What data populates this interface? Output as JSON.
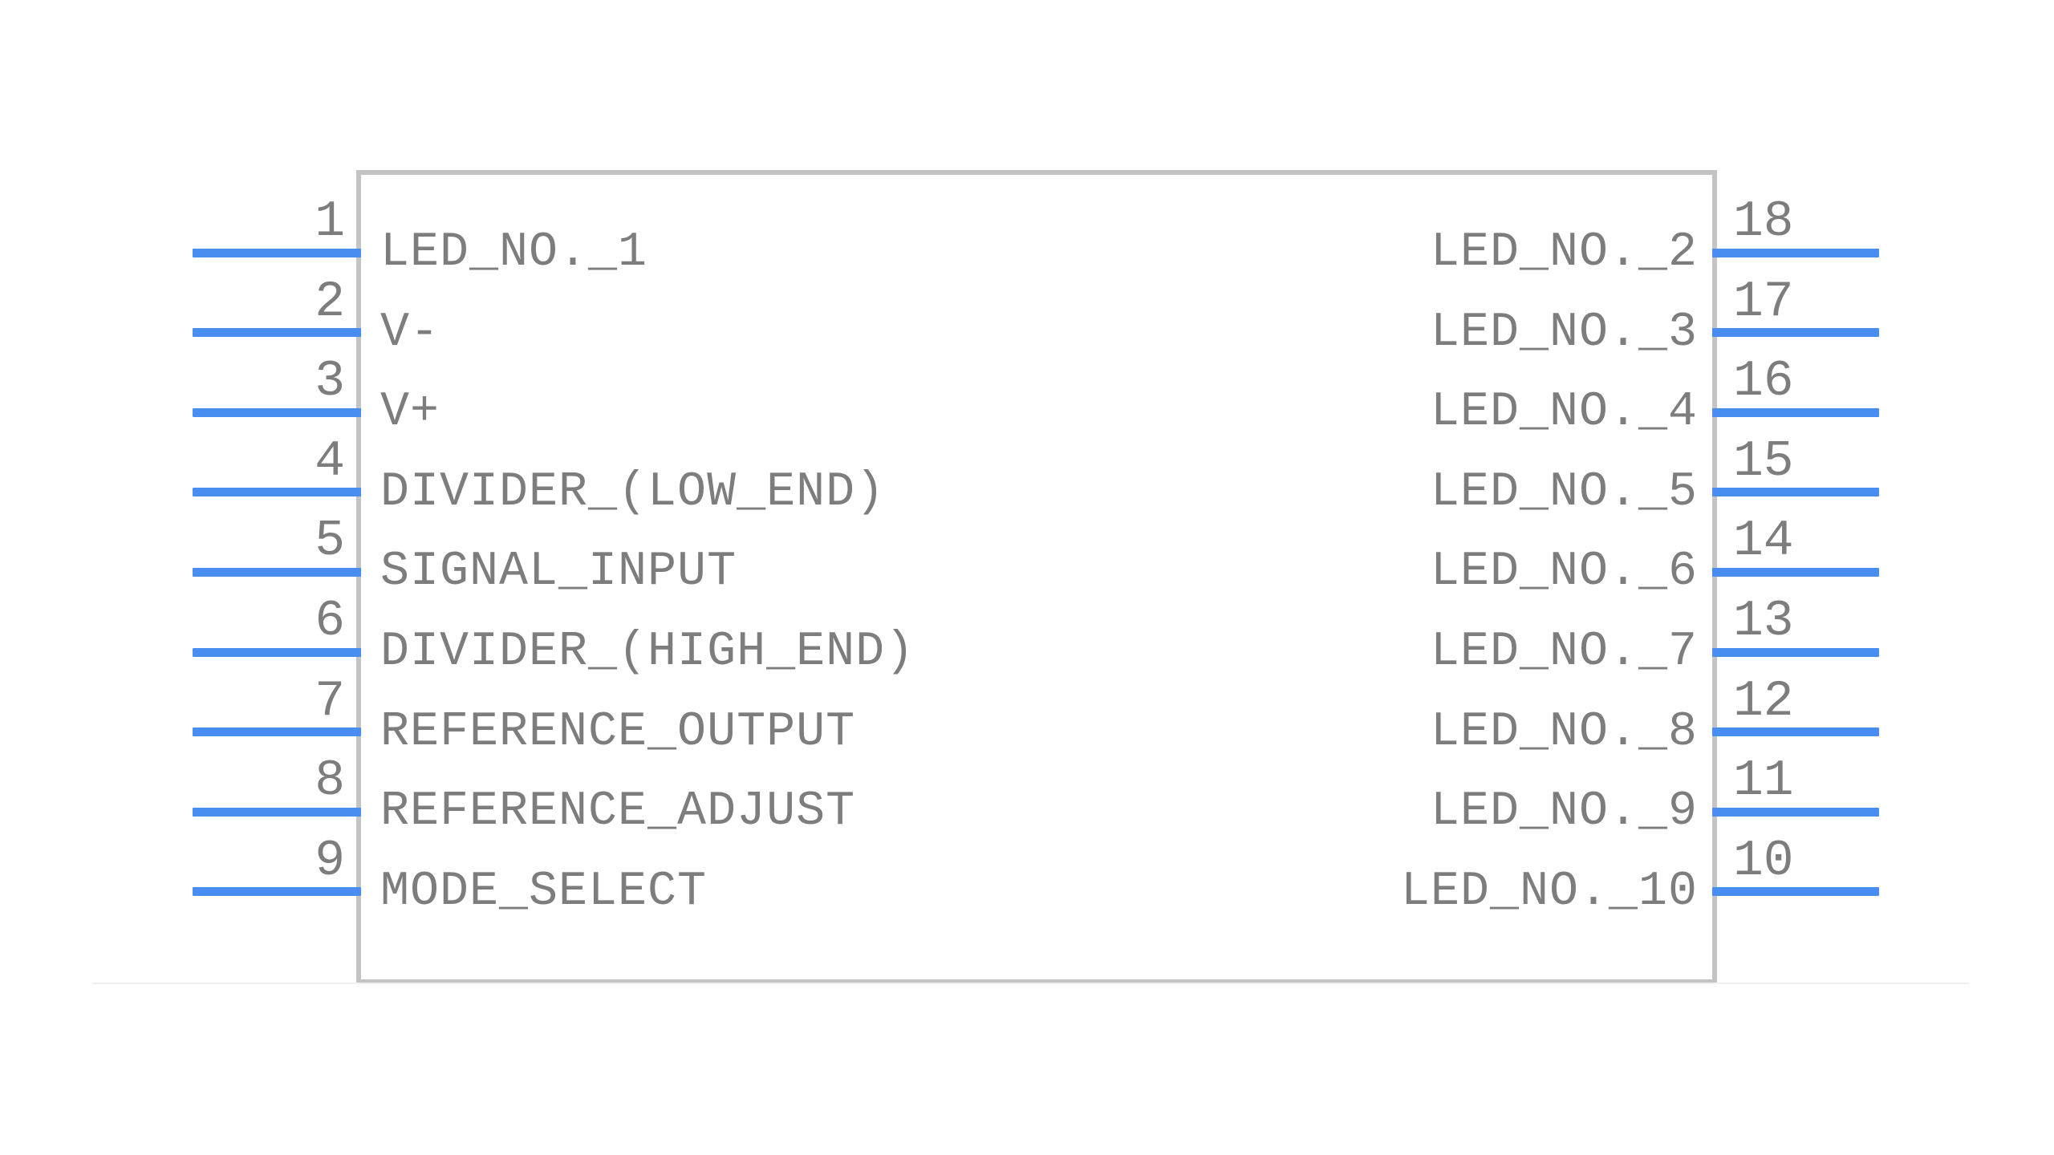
{
  "symbol": {
    "kind": "ic-schematic-symbol",
    "body": {
      "border_color": "#c4c4c4",
      "fill_color": "#ffffff"
    },
    "wire_color": "#4a8df0",
    "text_color": "#7d7d7d",
    "pin_count": 18
  },
  "left_pins": [
    {
      "number": "1",
      "label": "LED_NO._1"
    },
    {
      "number": "2",
      "label": "V-"
    },
    {
      "number": "3",
      "label": "V+"
    },
    {
      "number": "4",
      "label": "DIVIDER_(LOW_END)"
    },
    {
      "number": "5",
      "label": "SIGNAL_INPUT"
    },
    {
      "number": "6",
      "label": "DIVIDER_(HIGH_END)"
    },
    {
      "number": "7",
      "label": "REFERENCE_OUTPUT"
    },
    {
      "number": "8",
      "label": "REFERENCE_ADJUST"
    },
    {
      "number": "9",
      "label": "MODE_SELECT"
    }
  ],
  "right_pins": [
    {
      "number": "18",
      "label": "LED_NO._2"
    },
    {
      "number": "17",
      "label": "LED_NO._3"
    },
    {
      "number": "16",
      "label": "LED_NO._4"
    },
    {
      "number": "15",
      "label": "LED_NO._5"
    },
    {
      "number": "14",
      "label": "LED_NO._6"
    },
    {
      "number": "13",
      "label": "LED_NO._7"
    },
    {
      "number": "12",
      "label": "LED_NO._8"
    },
    {
      "number": "11",
      "label": "LED_NO._9"
    },
    {
      "number": "10",
      "label": "LED_NO._10"
    }
  ]
}
